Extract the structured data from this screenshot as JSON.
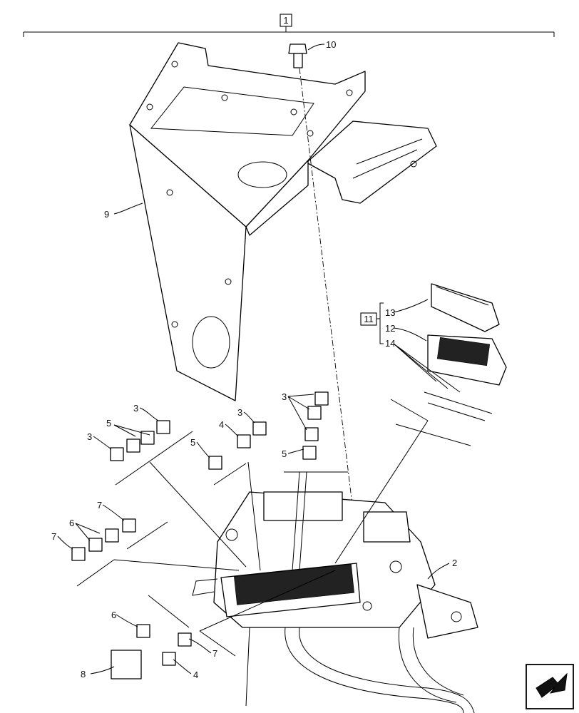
{
  "assembly_label": "1",
  "subassembly_label": "11",
  "callouts": {
    "c2": "2",
    "c3a": "3",
    "c3b": "3",
    "c3c": "3",
    "c3d": "3",
    "c4a": "4",
    "c4b": "4",
    "c5a": "5",
    "c5b": "5",
    "c5c": "5",
    "c6a": "6",
    "c6b": "6",
    "c7a": "7",
    "c7b": "7",
    "c7c": "7",
    "c8": "8",
    "c9": "9",
    "c10": "10",
    "c12": "12",
    "c13": "13",
    "c14": "14"
  },
  "nav_icon": "return-arrow-icon"
}
